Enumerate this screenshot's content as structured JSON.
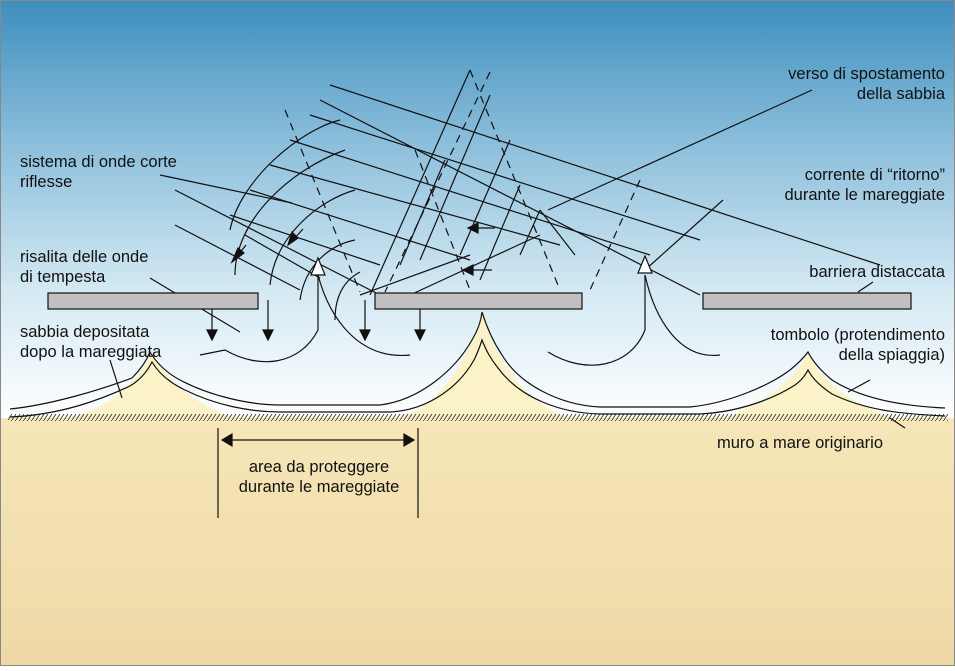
{
  "labels": {
    "verso": [
      "verso di spostamento",
      "della sabbia"
    ],
    "sistema": [
      "sistema di onde corte",
      "riflesse"
    ],
    "corrente": [
      "corrente di “ritorno”",
      "durante le mareggiate"
    ],
    "risalita": [
      "risalita delle onde",
      "di tempesta"
    ],
    "barriera": "barriera distaccata",
    "sabbia": [
      "sabbia depositata",
      "dopo la mareggiata"
    ],
    "tombolo": [
      "tombolo (protendimento",
      "della spiaggia)"
    ],
    "muro": "muro a mare originario",
    "area": [
      "area da proteggere",
      "durante le mareggiate"
    ]
  },
  "colors": {
    "sea_top": "#3f90bf",
    "sea_mid": "#a9d0e4",
    "sea_bottom": "#ffffff",
    "land": "#f2dcaa",
    "land_top": "#f7eabf",
    "tombolo": "#fbf3c4",
    "barrier_fill": "#c0c0c0",
    "line": "#111111"
  }
}
